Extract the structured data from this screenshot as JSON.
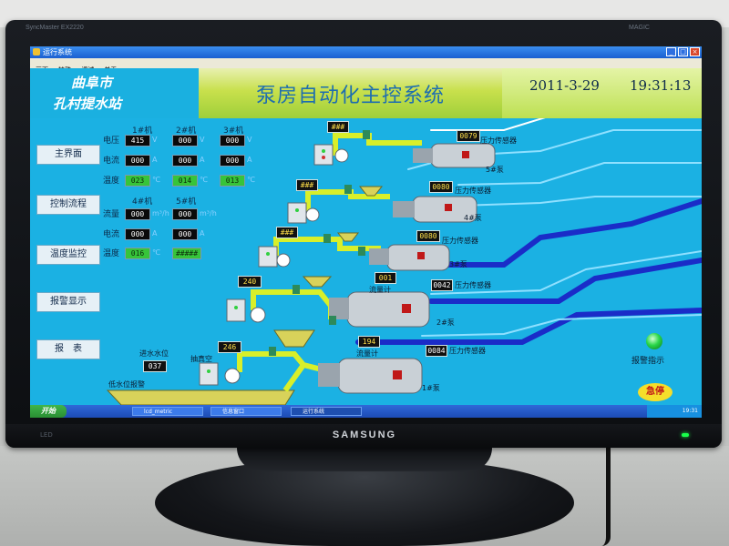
{
  "monitor": {
    "brand": "SAMSUNG",
    "model": "SyncMaster EX2220",
    "corner_logo": "MAGIC",
    "power_led_color": "#18ff4a",
    "bottom_left_mark": "LED"
  },
  "window": {
    "title": "运行系统",
    "menu": [
      "画面",
      "特殊",
      "调试",
      "关于"
    ],
    "controls": [
      "minimize",
      "maximize",
      "close"
    ]
  },
  "header": {
    "station_line1": "曲阜市",
    "station_line2": "孔村提水站",
    "system_title": "泵房自动化主控系统",
    "date": "2011-3-29",
    "time": "19:31:13"
  },
  "nav": [
    {
      "label": "主界面"
    },
    {
      "label": "控制流程"
    },
    {
      "label": "温度监控"
    },
    {
      "label": "报警显示"
    },
    {
      "label": "报　表"
    }
  ],
  "readings": {
    "row_labels_top": [
      "电压",
      "电流",
      "温度"
    ],
    "machines_top": [
      "1#机",
      "2#机",
      "3#机"
    ],
    "top_values": {
      "voltage": [
        "415",
        "000",
        "000"
      ],
      "current": [
        "000",
        "000",
        "000"
      ],
      "temperature": [
        "023",
        "014",
        "013"
      ]
    },
    "row_labels_bottom": [
      "流量",
      "电流",
      "温度"
    ],
    "machines_bottom": [
      "4#机",
      "5#机"
    ],
    "bottom_values": {
      "flow": [
        "000",
        "000"
      ],
      "current": [
        "000",
        "000"
      ],
      "temperature": [
        "016",
        "#####"
      ]
    },
    "units": {
      "voltage": "V",
      "current": "A",
      "temperature": "℃",
      "flow": "m³/h"
    }
  },
  "process": {
    "pumps": [
      {
        "label": "5#泵",
        "flow_display": "###",
        "pressure": "0079",
        "pressure_label": "压力传感器"
      },
      {
        "label": "4#泵",
        "flow_display": "###",
        "pressure": "0080",
        "pressure_label": "压力传感器"
      },
      {
        "label": "3#泵",
        "flow_display": "###",
        "pressure": "0080",
        "pressure_label": "压力传感器"
      },
      {
        "label": "2#泵",
        "flow_display": "240",
        "flow_meter": "001",
        "flow_meter_label": "流量计",
        "pressure": "0042",
        "pressure_label": "压力传感器"
      },
      {
        "label": "1#泵",
        "flow_display": "246",
        "flow_meter": "194",
        "flow_meter_label": "流量计",
        "pressure": "0084",
        "pressure_label": "压力传感器"
      }
    ],
    "inlet_level_label": "进水水位",
    "inlet_level_value": "037",
    "low_level_alarm_label": "低水位报警",
    "vacuum_label": "抽真空",
    "alarm_indicator_label": "报警指示",
    "estop_label": "急停"
  },
  "taskbar": {
    "start_label": "开始",
    "tasks": [
      "lcd_metric",
      "信息窗口",
      "运行系统"
    ],
    "active_task": "运行系统",
    "clock": "19:31"
  },
  "colors": {
    "screen_bg": "#1bb1e3",
    "banner_green": "#c8e04c",
    "pipe_yellow": "#d8ef2a",
    "main_line_blue": "#1a2cc8",
    "water_tank": "#d8d25a"
  }
}
